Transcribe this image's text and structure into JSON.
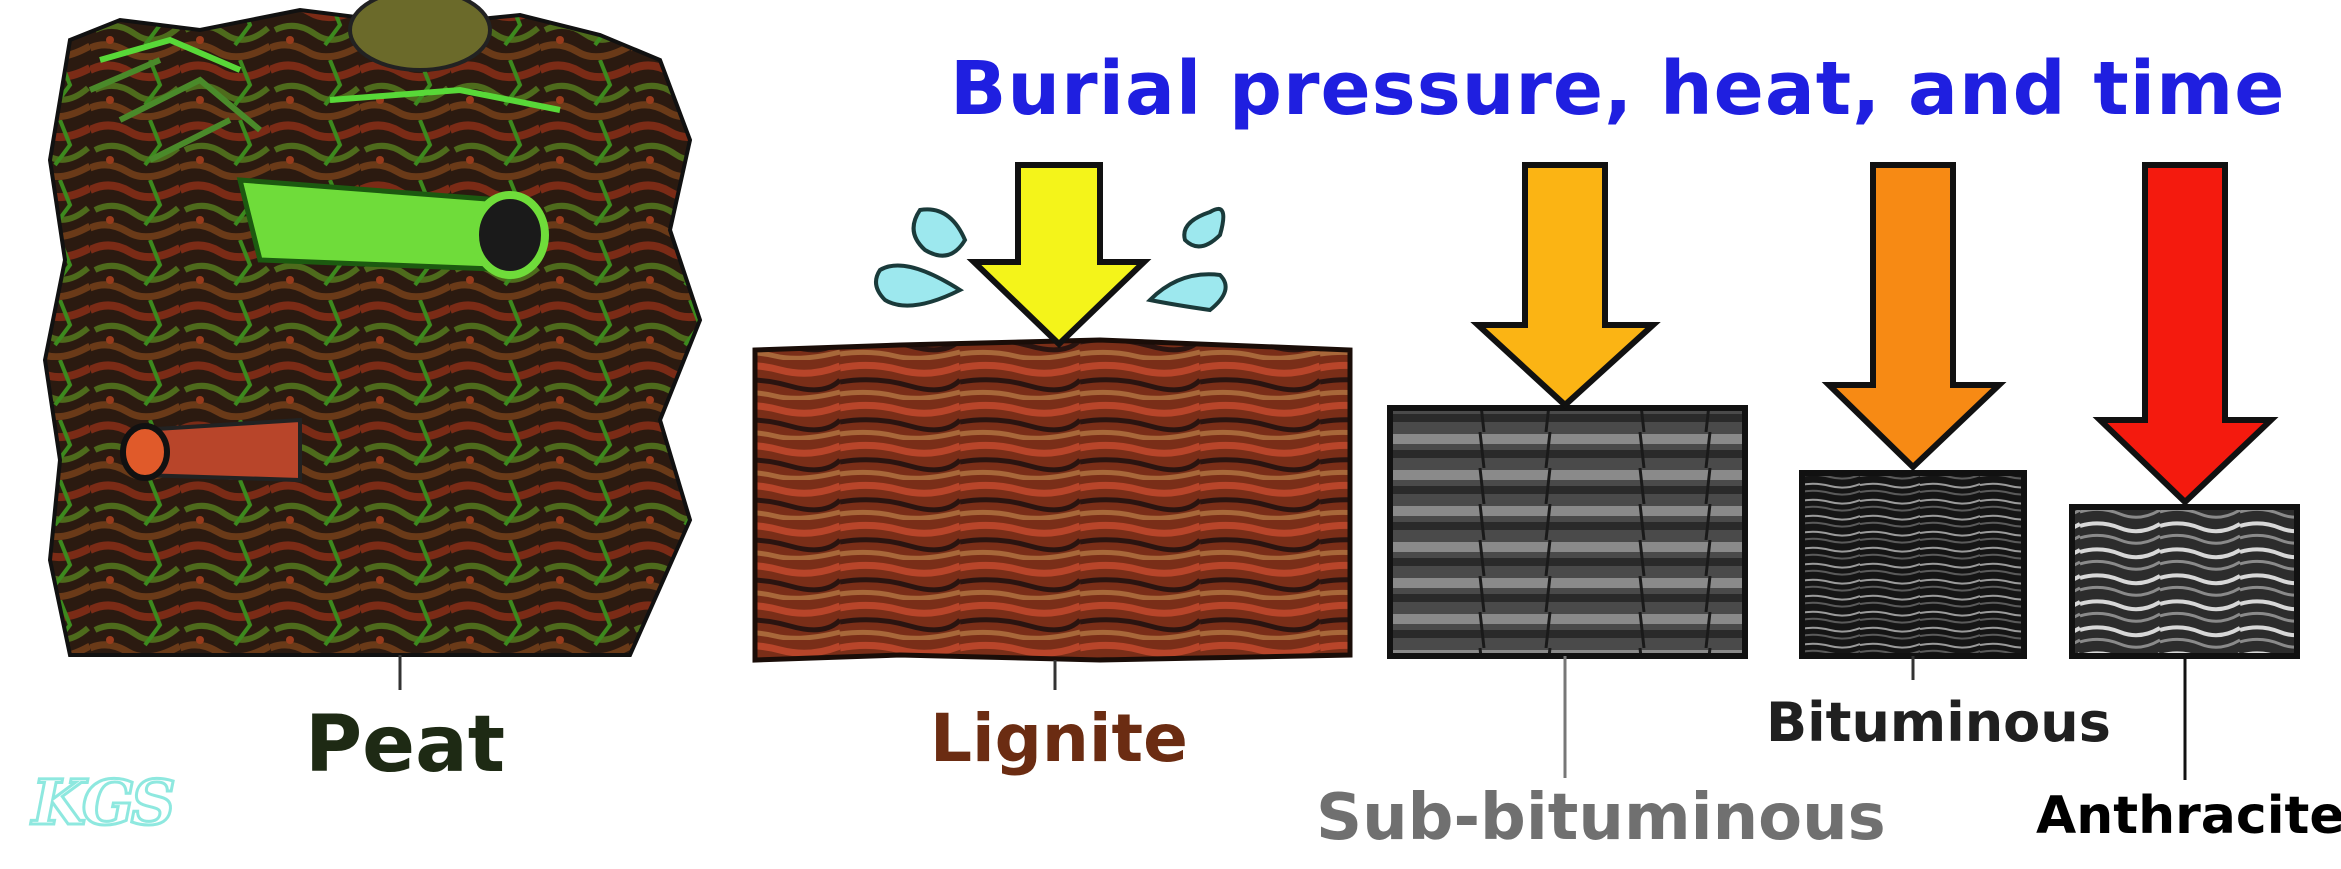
{
  "title": "Burial pressure, heat, and time",
  "logo_text": "KGS",
  "stages": [
    {
      "label": "Peat",
      "color": "#1e2a14"
    },
    {
      "label": "Lignite",
      "color": "#6b2c12"
    },
    {
      "label": "Sub-bituminous",
      "color": "#707070"
    },
    {
      "label": "Bituminous",
      "color": "#202020"
    },
    {
      "label": "Anthracite",
      "color": "#000000"
    }
  ],
  "arrow_colors": [
    "#f4f41a",
    "#fbb414",
    "#f78a14",
    "#f41a0e"
  ],
  "colors": {
    "title": "#1f1fe0",
    "water_drops": "#9de8ee",
    "logo": "#8ee8df"
  }
}
